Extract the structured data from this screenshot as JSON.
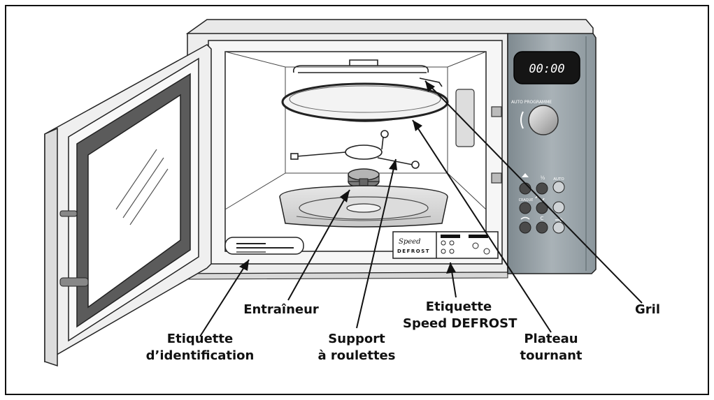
{
  "display": {
    "time": "00:00"
  },
  "panel": {
    "knob_label": "AUTO PROGRAMME",
    "btn_auto": "AUTO",
    "btn_crisp": "CRAQUE",
    "btn_c": "C",
    "btn_half": "½"
  },
  "sticker": {
    "brand_top": "Speed",
    "brand_bottom": "DEFROST"
  },
  "labels": {
    "id_label": [
      "Etiquette",
      "d’identification"
    ],
    "drive": [
      "Entraîneur"
    ],
    "roller": [
      "Support",
      "à roulettes"
    ],
    "speed_label": [
      "Etiquette",
      "Speed DEFROST"
    ],
    "turntable": [
      "Plateau",
      "tournant"
    ],
    "grill": [
      "Gril"
    ]
  },
  "colors": {
    "panel": "#9aa4aa",
    "panel_dark": "#6f7a80",
    "display_bg": "#151515",
    "display_text": "#ffffff",
    "door_glass": "#8a8a8a",
    "line": "#111111"
  }
}
